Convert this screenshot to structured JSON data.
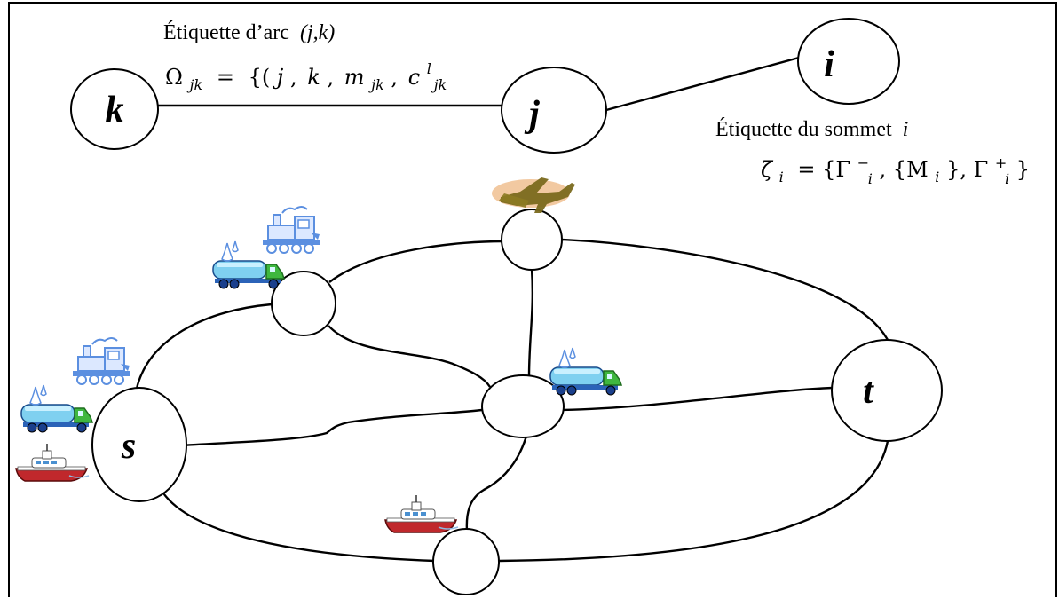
{
  "nodes": {
    "k": "k",
    "j": "j",
    "i": "i",
    "s": "s",
    "t": "t"
  },
  "arc_label": {
    "title": "Étiquette d’arc",
    "title_var": "(j,k)",
    "formula_lhs": "Ω",
    "formula_lhs_sub": "jk",
    "formula_eq": "=",
    "formula_open": "{(",
    "formula_j": "j",
    "formula_k": "k",
    "formula_m": "m",
    "formula_m_sub": "jk",
    "formula_c": "c",
    "formula_c_sup": "l",
    "formula_c_sub": "jk",
    "comma": ","
  },
  "vertex_label": {
    "title": "Étiquette du sommet",
    "title_var": "i",
    "formula_lhs": "ζ",
    "formula_lhs_sub": "i",
    "formula_rhs": "= {Γ",
    "gamma_minus_sup": "−",
    "gamma_sub": "i",
    "set_M": ", {M",
    "set_M_sub": "i",
    "set_close": "}, Γ",
    "gamma_plus_sup": "+",
    "gamma_plus_sub": "i",
    "end": "}"
  },
  "icons": [
    "train-icon",
    "tanker-truck-icon",
    "boat-icon",
    "airplane-icon"
  ],
  "colors": {
    "truck_tank": "#7fd0f0",
    "truck_cab": "#3fb73f",
    "train": "#5b8fe0",
    "boat_hull": "#c0282c",
    "plane": "#7a6a1e",
    "plane_halo": "#f0c090"
  }
}
